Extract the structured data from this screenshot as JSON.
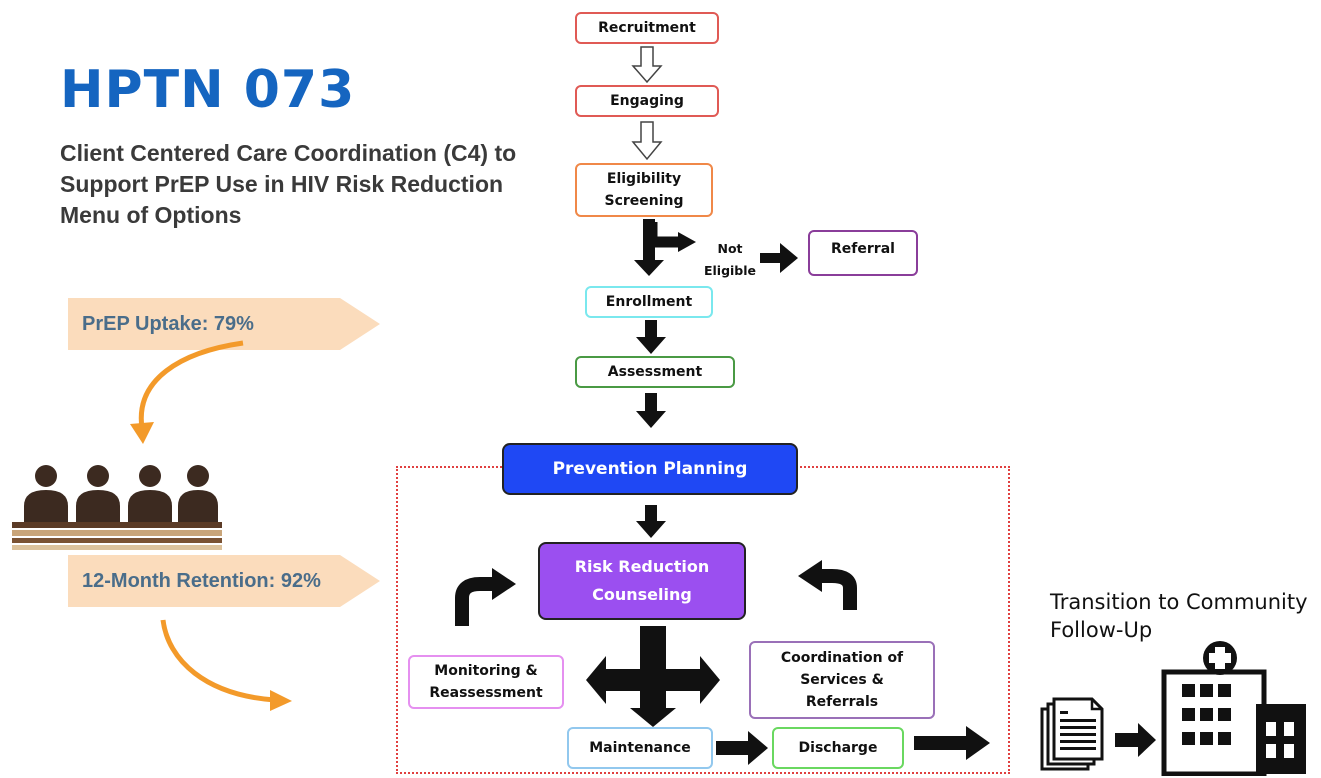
{
  "header": {
    "title": "HPTN 073",
    "subtitle": "Client Centered Care Coordination (C4) to Support PrEP Use in HIV Risk Reduction Menu of Options"
  },
  "outcomes": {
    "uptake": "PrEP Uptake: 79%",
    "retention": "12-Month Retention: 92%"
  },
  "flow": {
    "recruitment": "Recruitment",
    "engaging": "Engaging",
    "eligibility_line1": "Eligibility",
    "eligibility_line2": "Screening",
    "not_eligible_line1": "Not",
    "not_eligible_line2": "Eligible",
    "referral": "Referral",
    "enrollment": "Enrollment",
    "assessment": "Assessment",
    "prevention": "Prevention Planning",
    "risk_line1": "Risk Reduction",
    "risk_line2": "Counseling",
    "monitoring_line1": "Monitoring &",
    "monitoring_line2": "Reassessment",
    "coordination_line1": "Coordination of",
    "coordination_line2": "Services &",
    "coordination_line3": "Referrals",
    "maintenance": "Maintenance",
    "discharge": "Discharge"
  },
  "transition": {
    "label_line1": "Transition to Community",
    "label_line2": "Follow-Up"
  },
  "colors": {
    "title_blue": "#1565c0",
    "banner_peach": "#fbdcbc",
    "orange_arrow": "#f39a2a",
    "prevention_blue": "#1f48f4",
    "risk_purple": "#9b4ff0",
    "frame_red": "#e04040"
  },
  "icons": [
    "people-group-icon",
    "document-icon",
    "hospital-icon"
  ]
}
